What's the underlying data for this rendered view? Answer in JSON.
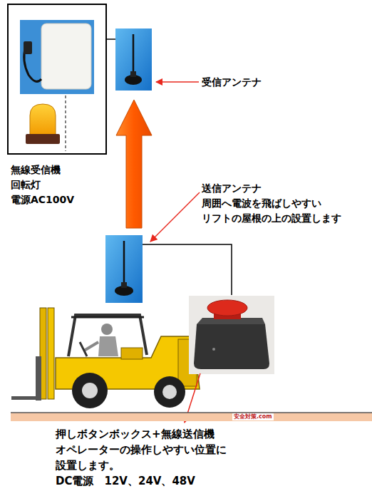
{
  "diagram": {
    "nodes": [
      {
        "text": [
          "無線受信機 回転灯 電源AC100V"
        ]
      }
    ],
    "labels": [
      "受信アンテナ",
      "送信アンテナ 周囲へ電波を飛ばしやすい リフトの屋根の上の設置します",
      "安全対策.com",
      "押しボタンボックス+無線送信機 オペレーターの操作しやすい位置に 設置します。 DC電源　12V、24V、48V"
    ]
  }
}
